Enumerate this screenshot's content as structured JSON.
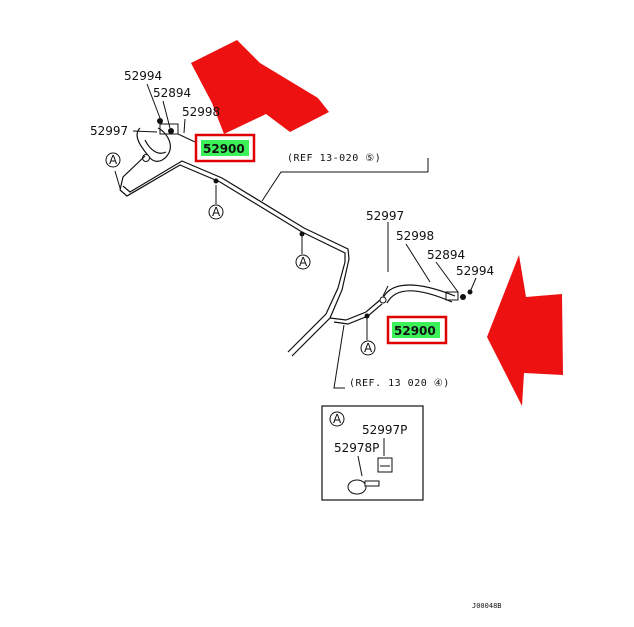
{
  "diagram": {
    "labels": {
      "left_cluster": {
        "p52994_top": "52994",
        "p52894": "52894",
        "p52998": "52998",
        "p52997": "52997",
        "p52900": "52900"
      },
      "right_cluster": {
        "p52997": "52997",
        "p52998": "52998",
        "p52894": "52894",
        "p52994": "52994",
        "p52900": "52900"
      },
      "ref_upper": "(REF 13-020 ⑤)",
      "ref_lower": "(REF. 13 020 ④)",
      "callout_a": "A",
      "inset": {
        "marker": "A",
        "p52997p": "52997P",
        "p52978p": "52978P"
      },
      "footer_code": "J00048B"
    },
    "colors": {
      "highlight_fill": "#3cf05a",
      "highlight_border": "#e00000",
      "arrow": "#ee1111"
    }
  }
}
